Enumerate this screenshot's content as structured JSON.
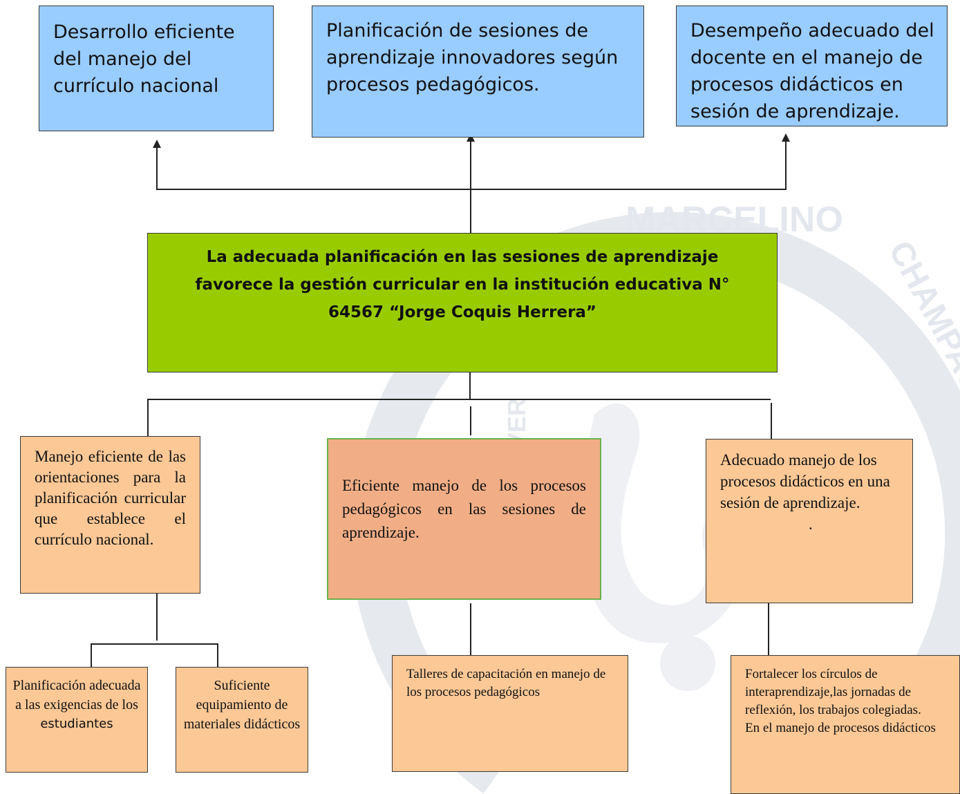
{
  "top_boxes": [
    "Desarrollo eficiente del manejo del currículo nacional",
    "Planificación de sesiones de aprendizaje innovadores según procesos pedagógicos.",
    "Desempeño adecuado del docente en el manejo de procesos didácticos en sesión de aprendizaje."
  ],
  "central": {
    "line1": "La adecuada planificación en las sesiones de aprendizaje",
    "line2": "favorece la gestión curricular en la  institución educativa N°",
    "line3": "64567 “Jorge Coquis Herrera”"
  },
  "middle_boxes": [
    "Manejo eficiente de las orientaciones para la planificación curricular que establece el currículo nacional.",
    "Eficiente manejo de los procesos pedagógicos en las sesiones de aprendizaje.",
    "Adecuado manejo de los procesos didácticos en una sesión de aprendizaje."
  ],
  "middle_box_3_dot": ".",
  "bottom_boxes": {
    "b1": "Planificación adecuada a las exigencias de los",
    "b1_last": "estudiantes",
    "b2": "Suficiente equipamiento de materiales didácticos",
    "b3": "Talleres de capacitación en manejo de los procesos pedagógicos",
    "b4_line1": "Fortalecer los círculos de interaprendizaje,las jornadas de reflexión, los trabajos colegiadas.",
    "b4_line2": "En el manejo de procesos didácticos"
  },
  "watermark": {
    "text_top": "MARCELINO",
    "text_right": "CHAMPAGNAT",
    "text_left": "VER"
  },
  "colors": {
    "blue_box": "#99ccff",
    "green_box": "#99cc00",
    "orange_box": "#fbc896",
    "dark_orange_box": "#f1ae86"
  }
}
